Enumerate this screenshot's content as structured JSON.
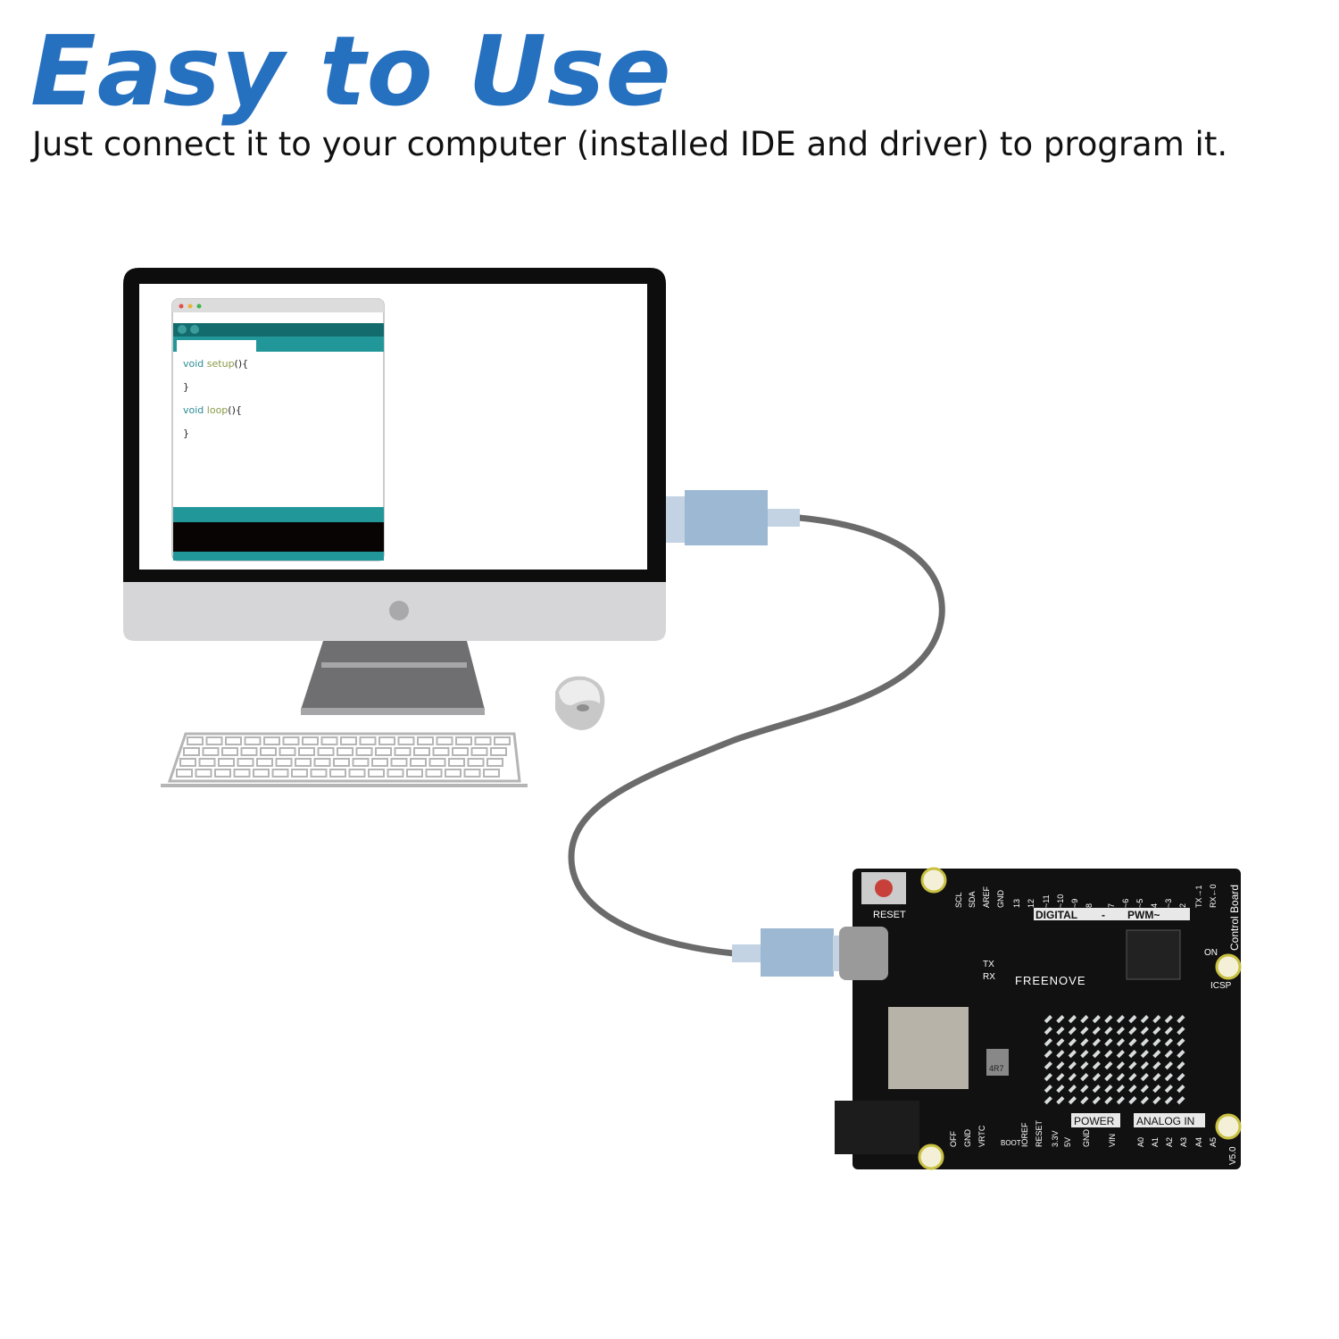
{
  "header": {
    "title": "Easy to Use",
    "subtitle": "Just connect it to your computer (installed IDE and driver) to program it."
  },
  "ide": {
    "code_lines": [
      {
        "keyword": "void",
        "name": "setup",
        "rest": "(){"
      },
      {
        "keyword": "",
        "name": "",
        "rest": "}"
      },
      {
        "keyword": "void",
        "name": "loop",
        "rest": "(){"
      },
      {
        "keyword": "",
        "name": "",
        "rest": "}"
      }
    ],
    "colors": {
      "teal": "#22979a",
      "dark_teal": "#136b6d",
      "keyword": "#2a8c95",
      "name": "#8a9a4a"
    }
  },
  "board": {
    "brand": "FREENOVE",
    "side_label": "Control Board",
    "labels": {
      "reset": "RESET",
      "digital": "DIGITAL",
      "dash": "-",
      "pwm": "PWM~",
      "power": "POWER",
      "analog_in": "ANALOG IN",
      "icsp": "ICSP",
      "on": "ON",
      "tx": "TX",
      "rx": "RX",
      "gnd": "GND",
      "inductor": "4R7",
      "boot": "BOOT",
      "v50": "V5.0"
    },
    "top_pins": [
      "SCL",
      "SDA",
      "AREF",
      "GND",
      "13",
      "12",
      "~11",
      "~10",
      "~9",
      "8",
      "7",
      "~6",
      "~5",
      "4",
      "~3",
      "2",
      "TX→1",
      "RX←0"
    ],
    "bottom_pins": [
      "OFF",
      "GND",
      "VRTC",
      "IOREF",
      "RESET",
      "3.3V",
      "5V",
      "GND",
      "VIN",
      "A0",
      "A1",
      "A2",
      "A3",
      "A4",
      "A5"
    ]
  },
  "colors": {
    "title": "#2670c0",
    "connector": "#9db8d2",
    "cable": "#6b6b6b",
    "board": "#111111"
  }
}
